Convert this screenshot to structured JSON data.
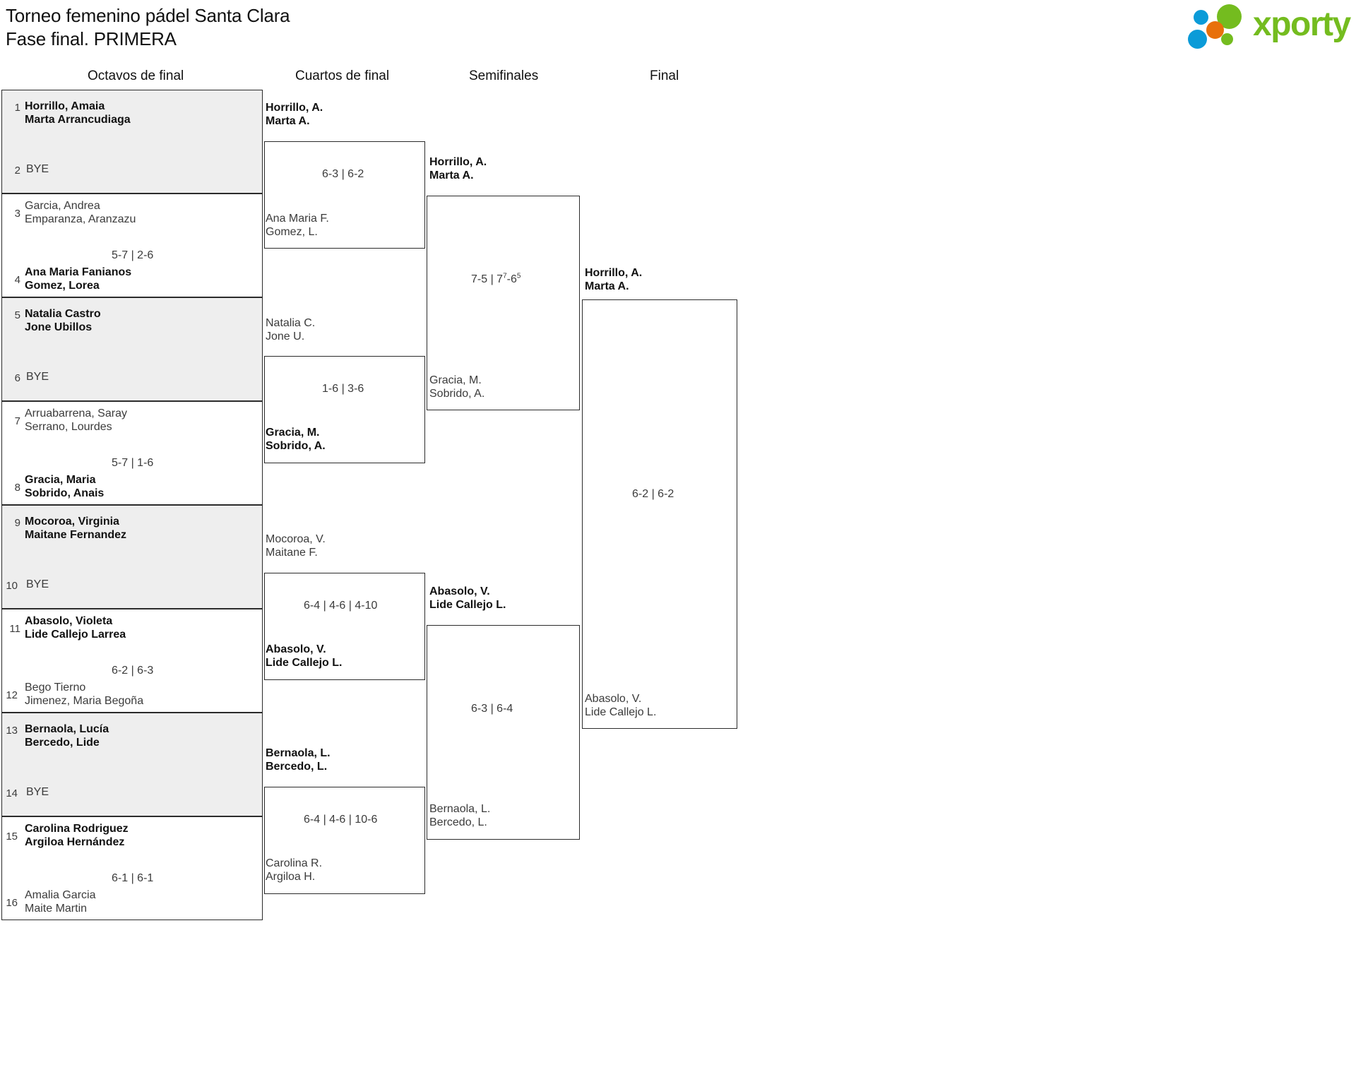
{
  "header": {
    "title_line1": "Torneo femenino pádel Santa Clara",
    "title_line2": "Fase final. PRIMERA",
    "logo_text": "xporty",
    "logo_colors": {
      "green": "#74bc1f",
      "blue": "#0b9bd8",
      "orange": "#e8700a"
    }
  },
  "rounds": [
    {
      "key": "r16",
      "label": "Octavos de final"
    },
    {
      "key": "qf",
      "label": "Cuartos de final"
    },
    {
      "key": "sf",
      "label": "Semifinales"
    },
    {
      "key": "f",
      "label": "Final"
    }
  ],
  "round_of_16": [
    {
      "shaded": true,
      "top": {
        "seed": "1",
        "line1": "Horrillo, Amaia",
        "line2": "Marta Arrancudiaga",
        "winner": true
      },
      "bottom": {
        "seed": "2",
        "line1": "BYE",
        "line2": "",
        "winner": false,
        "bye": true
      },
      "score": ""
    },
    {
      "shaded": false,
      "top": {
        "seed": "3",
        "line1": "Garcia, Andrea",
        "line2": "Emparanza, Aranzazu",
        "winner": false
      },
      "bottom": {
        "seed": "4",
        "line1": "Ana Maria Fanianos",
        "line2": "Gomez, Lorea",
        "winner": true
      },
      "score": "5-7 | 2-6"
    },
    {
      "shaded": true,
      "top": {
        "seed": "5",
        "line1": "Natalia Castro",
        "line2": "Jone Ubillos",
        "winner": true
      },
      "bottom": {
        "seed": "6",
        "line1": "BYE",
        "line2": "",
        "winner": false,
        "bye": true
      },
      "score": ""
    },
    {
      "shaded": false,
      "top": {
        "seed": "7",
        "line1": "Arruabarrena, Saray",
        "line2": "Serrano, Lourdes",
        "winner": false
      },
      "bottom": {
        "seed": "8",
        "line1": "Gracia, Maria",
        "line2": "Sobrido, Anais",
        "winner": true
      },
      "score": "5-7 | 1-6"
    },
    {
      "shaded": true,
      "top": {
        "seed": "9",
        "line1": "Mocoroa, Virginia",
        "line2": "Maitane Fernandez",
        "winner": true
      },
      "bottom": {
        "seed": "10",
        "line1": "BYE",
        "line2": "",
        "winner": false,
        "bye": true
      },
      "score": ""
    },
    {
      "shaded": false,
      "top": {
        "seed": "11",
        "line1": "Abasolo, Violeta",
        "line2": "Lide Callejo Larrea",
        "winner": true
      },
      "bottom": {
        "seed": "12",
        "line1": "Bego Tierno",
        "line2": "Jimenez, Maria Begoña",
        "winner": false
      },
      "score": "6-2 | 6-3"
    },
    {
      "shaded": true,
      "top": {
        "seed": "13",
        "line1": "Bernaola, Lucía",
        "line2": "Bercedo, Lide",
        "winner": true
      },
      "bottom": {
        "seed": "14",
        "line1": "BYE",
        "line2": "",
        "winner": false,
        "bye": true
      },
      "score": ""
    },
    {
      "shaded": false,
      "top": {
        "seed": "15",
        "line1": "Carolina Rodriguez",
        "line2": "Argiloa Hernández",
        "winner": true
      },
      "bottom": {
        "seed": "16",
        "line1": "Amalia Garcia",
        "line2": "Maite Martin",
        "winner": false
      },
      "score": "6-1 | 6-1"
    }
  ],
  "quarter_finals": [
    {
      "top": {
        "line1": "Horrillo, A.",
        "line2": "Marta A.",
        "winner": true
      },
      "bottom": {
        "line1": "Ana Maria F.",
        "line2": "Gomez, L.",
        "winner": false
      },
      "score": "6-3 | 6-2"
    },
    {
      "top": {
        "line1": "Natalia C.",
        "line2": "Jone U.",
        "winner": false
      },
      "bottom": {
        "line1": "Gracia, M.",
        "line2": "Sobrido, A.",
        "winner": true
      },
      "score": "1-6 | 3-6"
    },
    {
      "top": {
        "line1": "Mocoroa, V.",
        "line2": "Maitane F.",
        "winner": false
      },
      "bottom": {
        "line1": "Abasolo, V.",
        "line2": "Lide Callejo L.",
        "winner": true
      },
      "score": "6-4 | 4-6 | 4-10"
    },
    {
      "top": {
        "line1": "Bernaola, L.",
        "line2": "Bercedo, L.",
        "winner": true
      },
      "bottom": {
        "line1": "Carolina R.",
        "line2": "Argiloa H.",
        "winner": false
      },
      "score": "6-4 | 4-6 | 10-6"
    }
  ],
  "semi_finals": [
    {
      "top": {
        "line1": "Horrillo, A.",
        "line2": "Marta A.",
        "winner": true
      },
      "bottom": {
        "line1": "Gracia, M.",
        "line2": "Sobrido, A.",
        "winner": false
      },
      "score_main": "7-5 | 7",
      "score_sup1": "7",
      "score_mid": "-6",
      "score_sup2": "5",
      "score_plain": "7-5 | 7⁷-6⁵"
    },
    {
      "top": {
        "line1": "Abasolo, V.",
        "line2": "Lide Callejo L.",
        "winner": true
      },
      "bottom": {
        "line1": "Bernaola, L.",
        "line2": "Bercedo, L.",
        "winner": false
      },
      "score_plain": "6-3 | 6-4"
    }
  ],
  "final": {
    "top": {
      "line1": "Horrillo, A.",
      "line2": "Marta A.",
      "winner": true
    },
    "bottom": {
      "line1": "Abasolo, V.",
      "line2": "Lide Callejo L.",
      "winner": false
    },
    "score": "6-2 | 6-2"
  }
}
